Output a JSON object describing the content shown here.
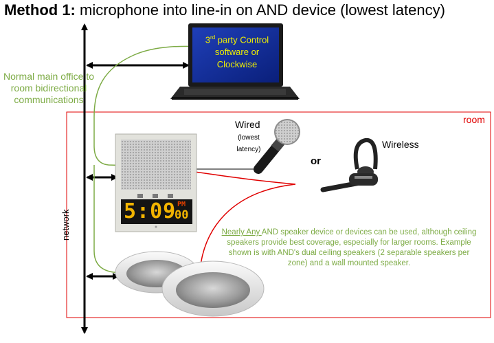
{
  "title": {
    "bold": "Method 1:",
    "rest": " microphone into line-in on AND device (lowest latency)"
  },
  "notes": {
    "left": "Normal main office to room bidirectional communications",
    "right_underlined": "Nearly Any ",
    "right_rest": "AND speaker device or devices can be used, although ceiling speakers provide best coverage, especially for larger rooms. Example shown is with AND's dual ceiling speakers (2 separable speakers per zone) and a wall mounted speaker."
  },
  "labels": {
    "room": "room",
    "network": "network",
    "wired": "Wired",
    "wired_sub": "(lowest latency)",
    "or": "or",
    "wireless": "Wireless"
  },
  "laptop": {
    "line1_prefix": "3",
    "line1_sup": "rd",
    "line1_rest": " party Control",
    "line2": "software or",
    "line3": "Clockwise"
  },
  "clock": {
    "time": "5:09",
    "ampm": "PM",
    "seconds": "00"
  },
  "colors": {
    "green": "#7dab45",
    "red": "#e00000",
    "clock_digits": "#f2b400"
  },
  "icons": [
    "laptop-icon",
    "wall-speaker-icon",
    "handheld-microphone-icon",
    "headset-microphone-icon",
    "ceiling-speaker-icon"
  ]
}
